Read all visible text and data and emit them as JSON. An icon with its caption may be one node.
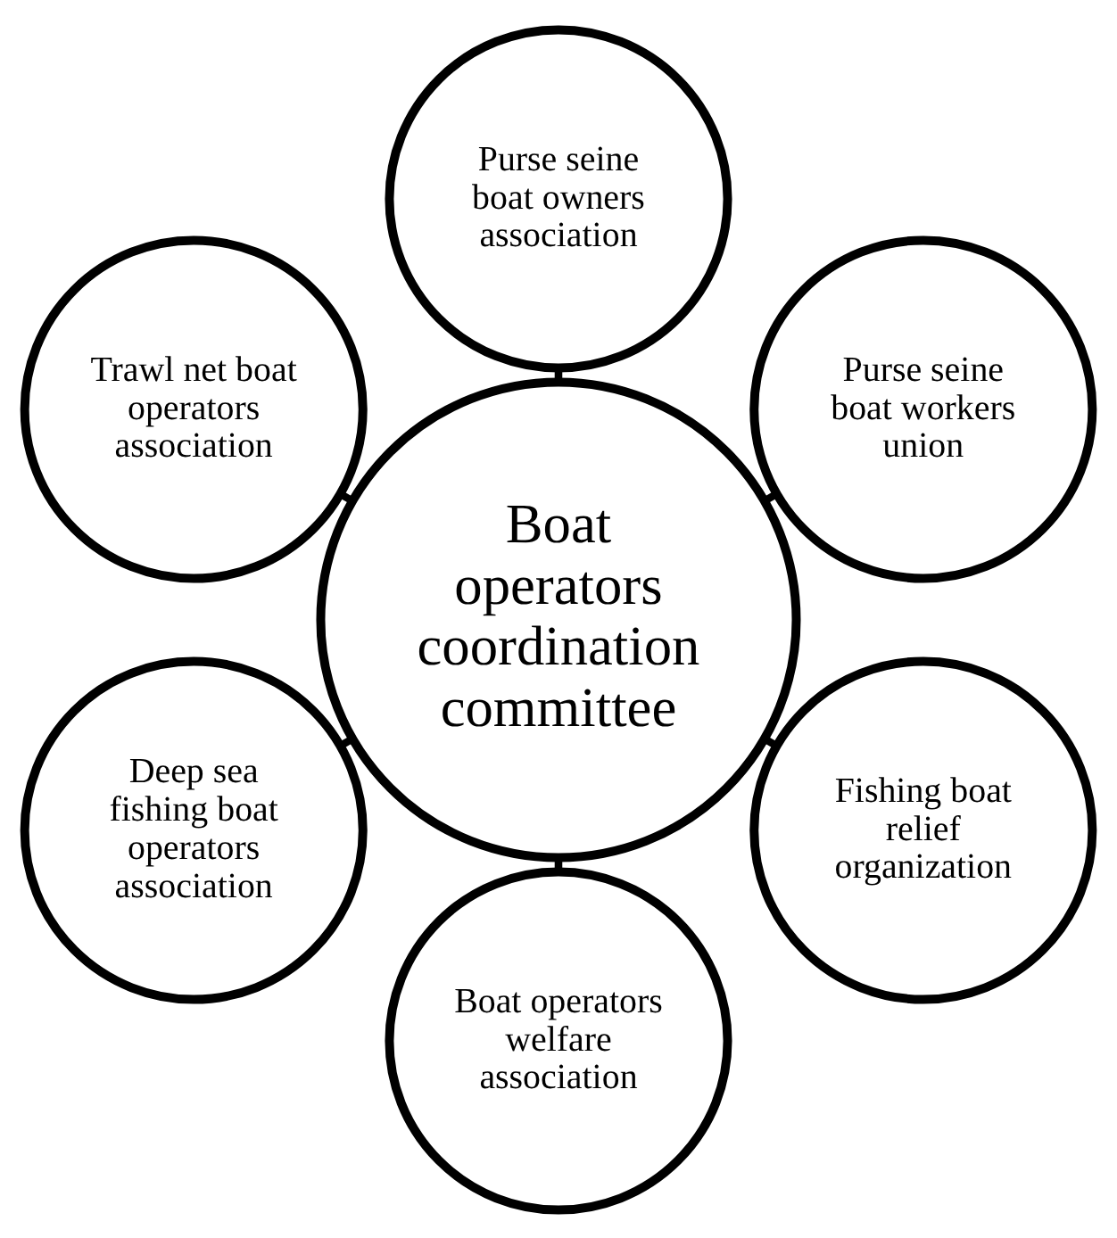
{
  "diagram": {
    "nodes": [
      {
        "text": [
          "Boat operators coordination committee"
        ]
      },
      {
        "text": [
          "Purse seine boat workers union"
        ]
      },
      {
        "text": [
          "Purse seine boat owners association"
        ]
      },
      {
        "text": [
          "Trawl net boat operators association"
        ]
      },
      {
        "text": [
          "Deep sea fishing boat operators association"
        ]
      },
      {
        "text": [
          "Boat operators welfare association"
        ]
      },
      {
        "text": [
          "Fishing boat relief organization"
        ]
      }
    ],
    "edges": [
      {
        "from": 0,
        "to": 1,
        "arrow": "none"
      },
      {
        "from": 0,
        "to": 2,
        "arrow": "none"
      },
      {
        "from": 0,
        "to": 3,
        "arrow": "none"
      },
      {
        "from": 0,
        "to": 4,
        "arrow": "none"
      },
      {
        "from": 0,
        "to": 5,
        "arrow": "none"
      },
      {
        "from": 0,
        "to": 6,
        "arrow": "none"
      }
    ]
  }
}
